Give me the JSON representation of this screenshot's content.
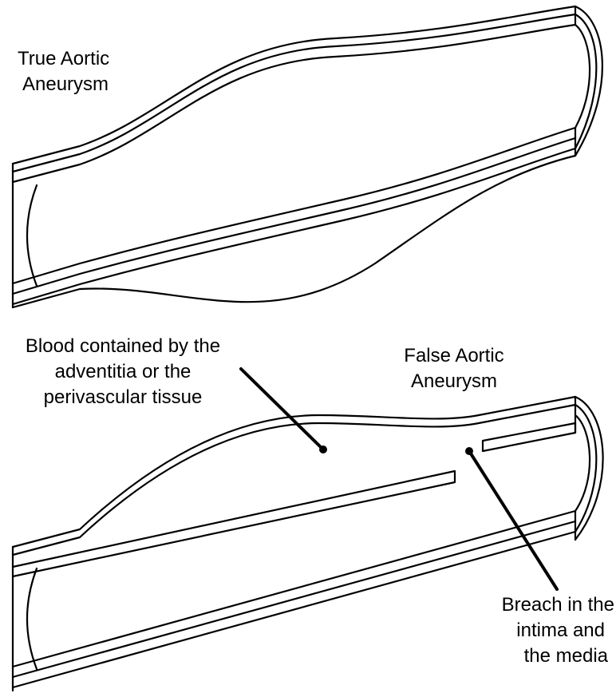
{
  "true_aneurysm": {
    "label_lines": [
      "True Aortic",
      "Aneurysm"
    ]
  },
  "false_aneurysm": {
    "label_lines": [
      "False Aortic",
      "Aneurysm"
    ]
  },
  "annotations": {
    "blood_contained": [
      "Blood contained by the",
      "adventitia or the",
      "perivascular tissue"
    ],
    "breach": [
      "Breach in the",
      "intima and",
      "the media"
    ]
  },
  "colors": {
    "stroke": "#000000",
    "background": "#ffffff"
  }
}
